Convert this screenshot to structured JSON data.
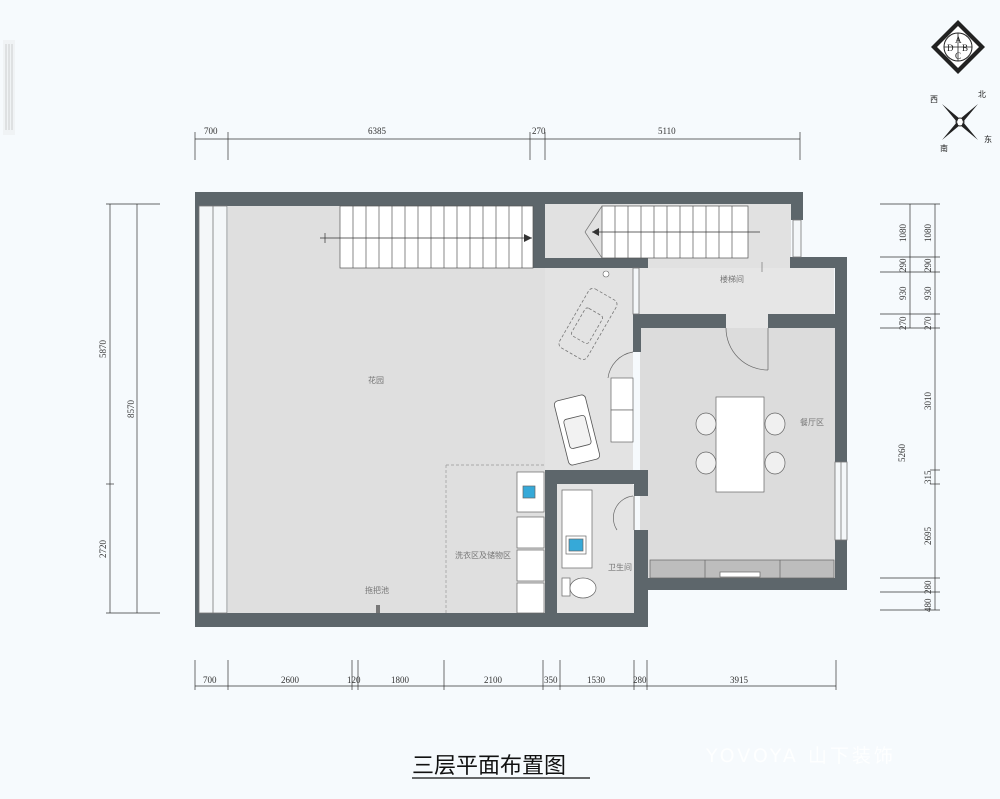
{
  "title": "三层平面布置图",
  "watermark": "YOVOYA 山下装饰",
  "badge_letters": [
    "A",
    "B",
    "C",
    "D"
  ],
  "compass": {
    "north": "北",
    "east": "东",
    "south": "南",
    "west": "西"
  },
  "rooms": {
    "garden": "花园",
    "stair_room": "楼梯间",
    "dining": "餐厅区",
    "bathroom": "卫生间",
    "laundry": "洗衣区及储物区",
    "sink": "拖把池"
  },
  "dims": {
    "top": [
      "700",
      "6385",
      "270",
      "5110"
    ],
    "bottom": [
      "700",
      "2600",
      "120",
      "1800",
      "2100",
      "350",
      "1530",
      "280",
      "3915"
    ],
    "left_outer": [
      "5870",
      "2720"
    ],
    "left_inner": [
      "8570"
    ],
    "right_outer": [
      "1080",
      "290",
      "930",
      "270"
    ],
    "right_inner": [
      "1080",
      "290",
      "930",
      "270",
      "3010",
      "315",
      "2695",
      "280",
      "480"
    ],
    "right_mid": [
      "5260"
    ]
  },
  "colors": {
    "wall": "#5d666b",
    "floor": "#dfdfdf",
    "background": "#f6fafd",
    "sink_water": "#36a9d8"
  }
}
